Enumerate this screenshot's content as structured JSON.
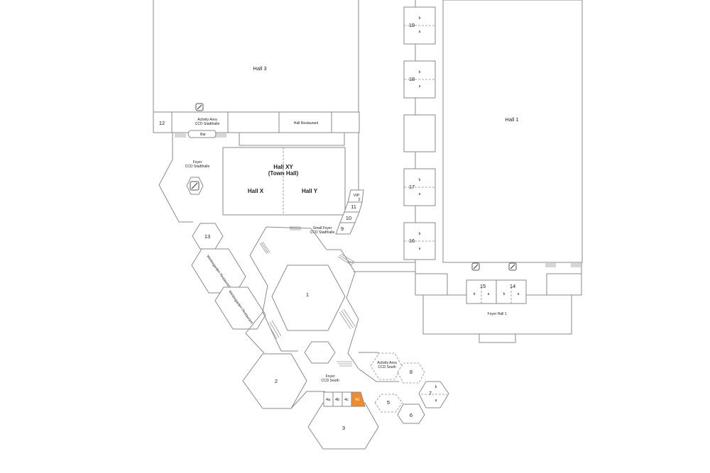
{
  "rooms": {
    "hall3": "Hall 3",
    "hall1": "Hall 1",
    "hall_xy_1": "Hall XY",
    "hall_xy_2": "(Town Hall)",
    "hall_x": "Hall X",
    "hall_y": "Hall Y",
    "r12": "12",
    "activity_stadthalle_1": "Activity Area",
    "activity_stadthalle_2": "CCD Stadthalle",
    "hall_restaurant": "Hall Restaurant",
    "bar": "Bar",
    "foyer_stadthalle_1": "Foyer",
    "foyer_stadthalle_2": "CCD Stadthalle",
    "vip": "VIP",
    "r2": "2",
    "r11": "11",
    "r10": "10",
    "r9": "9",
    "small_foyer_1": "Small Foyer",
    "small_foyer_2": "CCD Stadthalle",
    "r13": "13",
    "wintergarden_1": "Wintergarden Restaurant",
    "wintergarden_2": "Wintergarden Restaurant",
    "r1": "1",
    "r2_hex": "2",
    "r3": "3",
    "r4a": "4a",
    "r4b": "4b",
    "r4c": "4c",
    "r4d": "4d",
    "r5": "5",
    "r6": "6",
    "r7": "7",
    "r8": "8",
    "activity_south_1": "Activity Area",
    "activity_south_2": "CCD South",
    "foyer_south_1": "Foyer",
    "foyer_south_2": "CCD South",
    "r14": "14",
    "r15": "15",
    "foyer_hall1": "Foyer Hall 1",
    "r16": "16",
    "r17": "17",
    "r18": "18",
    "r19": "19",
    "sub_a": "a",
    "sub_b": "b"
  },
  "highlight_color": "#f28b2c",
  "icons": [
    "escalator-icon",
    "escalator-icon",
    "escalator-icon",
    "escalator-icon"
  ]
}
